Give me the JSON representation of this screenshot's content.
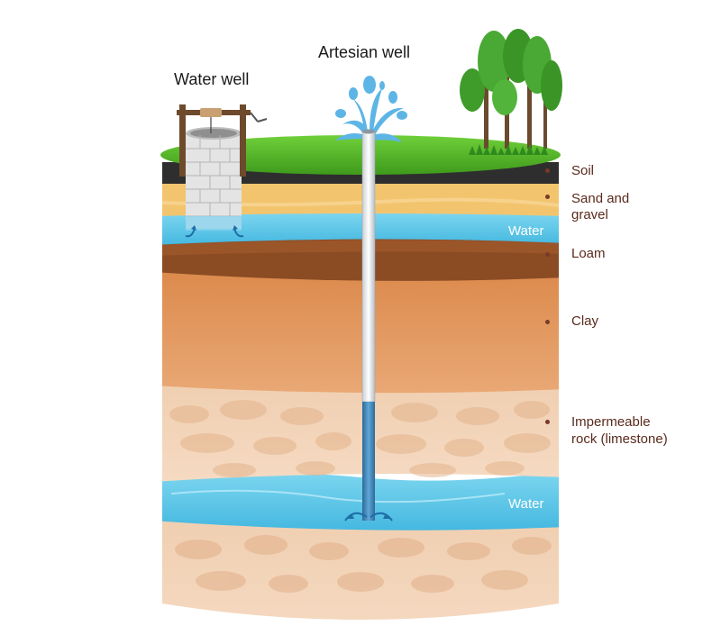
{
  "titles": {
    "water_well": "Water well",
    "artesian_well": "Artesian well"
  },
  "layers": {
    "soil": "Soil",
    "sand_gravel_line1": "Sand and",
    "sand_gravel_line2": "gravel",
    "water_upper": "Water",
    "loam": "Loam",
    "clay": "Clay",
    "rock_line1": "Impermeable",
    "rock_line2": "rock (limestone)",
    "water_lower": "Water"
  },
  "colors": {
    "grass": "#5cc02c",
    "soil": "#2b2b2b",
    "sand": "#f2c26a",
    "water": "#5ec7e8",
    "loam": "#8a4a22",
    "clay": "#d9834a",
    "rock": "#ecc9a8",
    "label": "#5a2a1c"
  }
}
